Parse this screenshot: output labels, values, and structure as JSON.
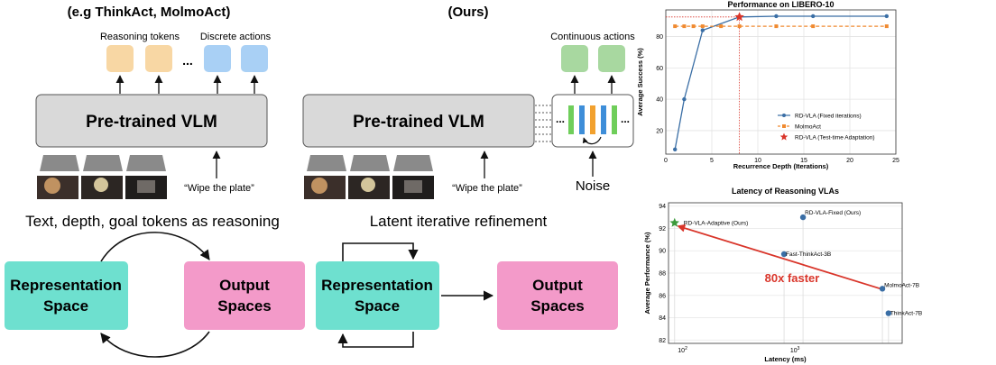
{
  "left_panel": {
    "title": "(e.g ThinkAct, MolmoAct)",
    "reasoning_tokens": "Reasoning tokens",
    "discrete_actions": "Discrete actions",
    "ellipsis": "...",
    "vlm_label": "Pre-trained VLM",
    "instruction": "“Wipe the plate”",
    "bottom_title": "Text, depth, goal tokens as reasoning",
    "rep_line1": "Representation",
    "rep_line2": "Space",
    "out_line1": "Output",
    "out_line2": "Spaces"
  },
  "middle_panel": {
    "title": "(Ours)",
    "continuous_actions": "Continuous actions",
    "vlm_label": "Pre-trained VLM",
    "instruction": "“Wipe the plate”",
    "noise": "Noise",
    "ellipsis": "...",
    "bottom_title": "Latent iterative refinement",
    "rep_line1": "Representation",
    "rep_line2": "Space",
    "out_line1": "Output",
    "out_line2": "Spaces"
  },
  "colors": {
    "token_orange": "#f8d7a4",
    "token_blue": "#a9d0f5",
    "token_green": "#a8d8a0",
    "vlm_fill": "#d9d9d9",
    "teal_box": "#6ee0cf",
    "pink_box": "#f39ac9",
    "arrow_red": "#d9352a",
    "title_red": "#d9352a"
  },
  "chart_data": [
    {
      "type": "line",
      "title": "Performance on LIBERO-10",
      "xlabel": "Recurrence Depth (Iterations)",
      "ylabel": "Average Success (%)",
      "xlim": [
        0,
        25
      ],
      "ylim": [
        5,
        97
      ],
      "xticks": [
        0,
        5,
        10,
        15,
        20,
        25
      ],
      "yticks": [
        20,
        40,
        60,
        80
      ],
      "grid": true,
      "legend": "lower-right",
      "series": [
        {
          "name": "RD-VLA (Fixed iterations)",
          "color": "#3a6ea5",
          "marker": "circle",
          "line": "solid",
          "x": [
            1,
            2,
            4,
            8,
            12,
            16,
            24
          ],
          "y": [
            8,
            40,
            84,
            92.5,
            93,
            93,
            93
          ]
        },
        {
          "name": "MolmoAct",
          "color": "#f08a30",
          "marker": "square",
          "line": "dashed",
          "x": [
            1,
            2,
            3,
            4,
            6,
            8,
            12,
            16,
            24
          ],
          "y": [
            86.6,
            86.6,
            86.6,
            86.6,
            86.6,
            86.6,
            86.6,
            86.6,
            86.6
          ]
        },
        {
          "name": "RD-VLA (Test-time Adaptation)",
          "color": "#d9352a",
          "marker": "star",
          "line": "none",
          "x": [
            8
          ],
          "y": [
            92.5
          ]
        }
      ]
    },
    {
      "type": "scatter",
      "title": "Latency of Reasoning VLAs",
      "xlabel": "Latency (ms)",
      "ylabel": "Average Performance (%)",
      "xscale": "log",
      "xlim": [
        75,
        9000
      ],
      "ylim": [
        81.7,
        94.3
      ],
      "yticks": [
        82,
        84,
        86,
        88,
        90,
        92,
        94
      ],
      "xticks": [
        100,
        1000
      ],
      "xtick_labels": [
        [
          "10",
          "2"
        ],
        [
          "10",
          "3"
        ]
      ],
      "grid": true,
      "annotation": "80x faster",
      "arrow": {
        "from": [
          6200,
          86.5
        ],
        "to": [
          92,
          92.2
        ]
      },
      "points": [
        {
          "label": "RD-VLA-Adaptive (Ours)",
          "x": 85,
          "y": 92.5,
          "color": "#3c9a3c",
          "marker": "star"
        },
        {
          "label": "RD-VLA-Fixed (Ours)",
          "x": 1180,
          "y": 93.0,
          "color": "#3a6ea5",
          "marker": "circle"
        },
        {
          "label": "Fast-ThinkAct-3B",
          "x": 800,
          "y": 89.7,
          "color": "#3a6ea5",
          "marker": "circle"
        },
        {
          "label": "MolmoAct-7B",
          "x": 6000,
          "y": 86.6,
          "color": "#3a6ea5",
          "marker": "circle"
        },
        {
          "label": "ThinkAct-7B",
          "x": 6800,
          "y": 84.4,
          "color": "#3a6ea5",
          "marker": "circle"
        }
      ]
    }
  ]
}
